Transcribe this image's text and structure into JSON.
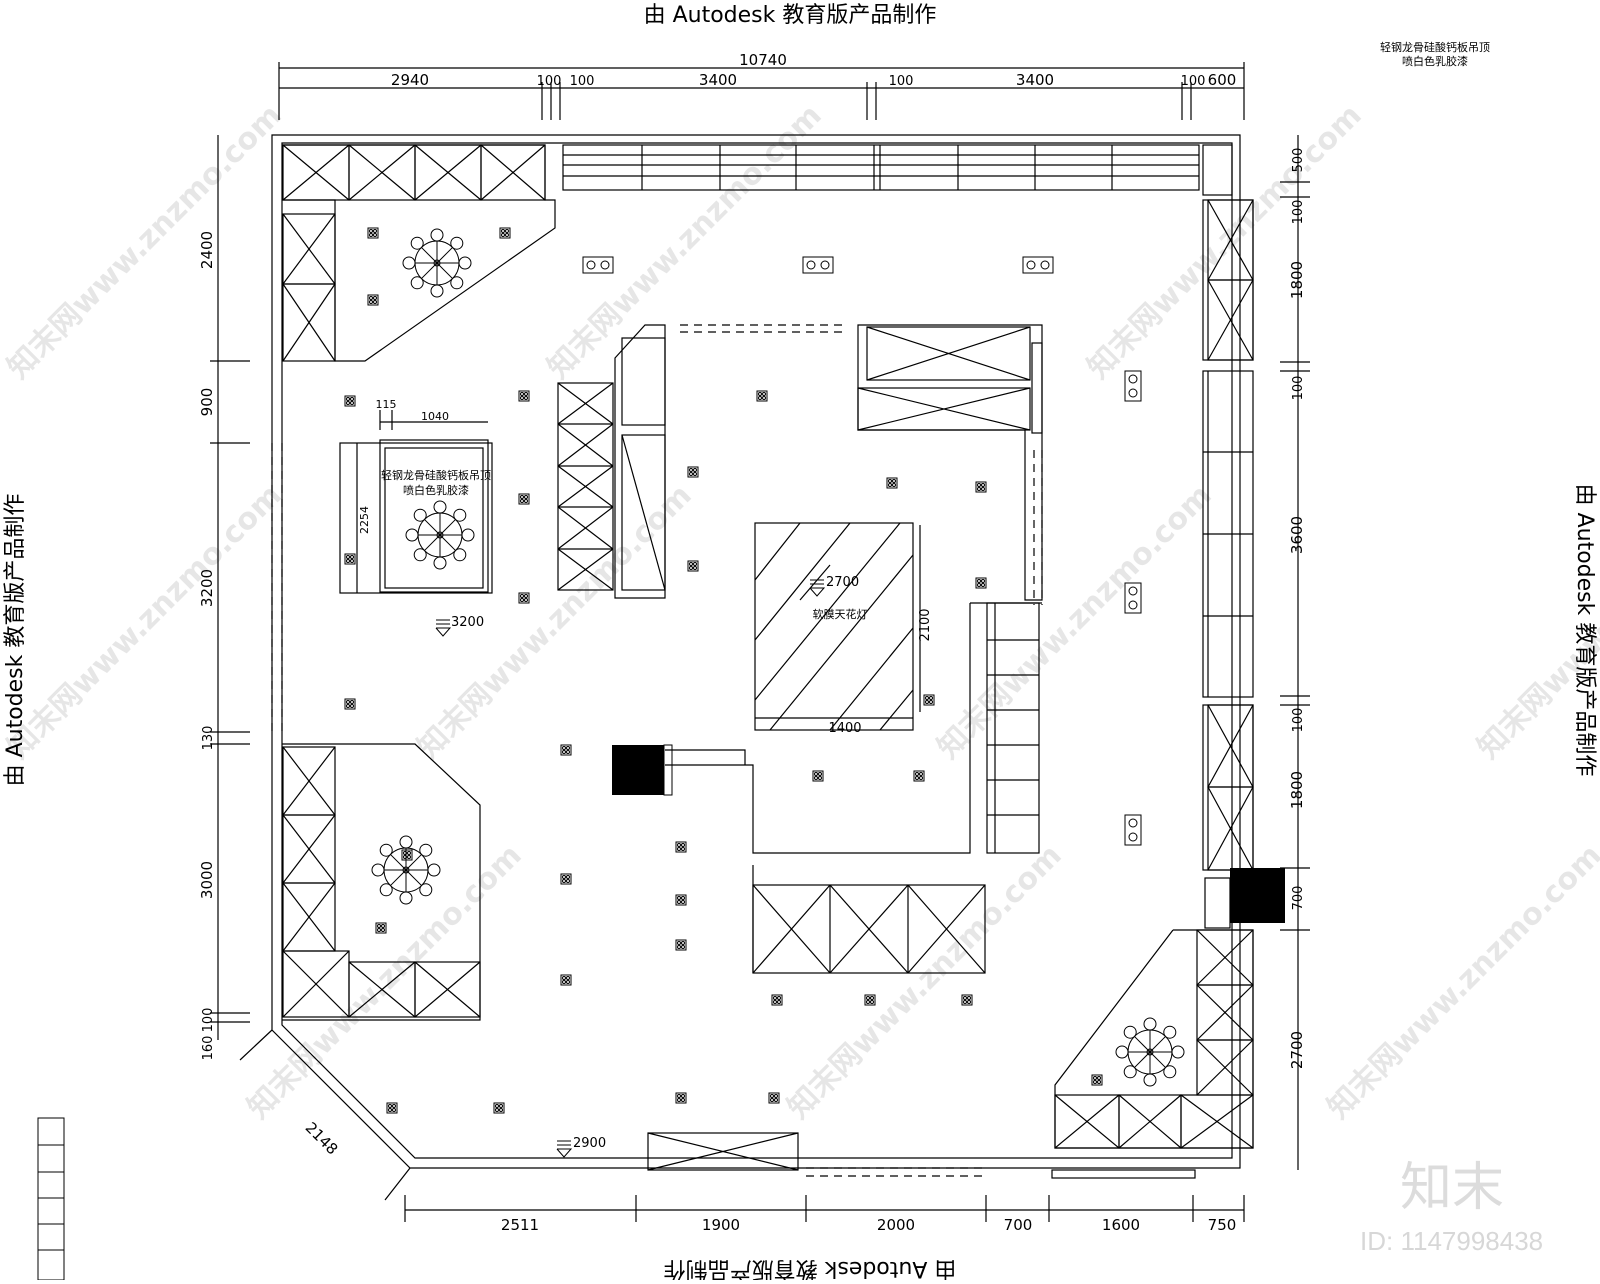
{
  "banners": {
    "top": "由 Autodesk 教育版产品制作",
    "bottom": "由 Autodesk 教育版产品制作",
    "left": "由 Autodesk 教育版产品制作",
    "right": "由 Autodesk 教育版产品制作"
  },
  "top_right_note": [
    "轻钢龙骨硅酸钙板吊顶",
    "喷白色乳胶漆"
  ],
  "dims_top": {
    "total": "10740",
    "segments": [
      "2940",
      "100",
      "100",
      "3400",
      "100",
      "3400",
      "100",
      "600"
    ]
  },
  "dims_bottom": [
    "2511",
    "1900",
    "2000",
    "700",
    "1600",
    "750"
  ],
  "dims_left": [
    "2400",
    "900",
    "3200",
    "130",
    "3000",
    "100",
    "160"
  ],
  "dims_right": [
    "500",
    "100",
    "1800",
    "100",
    "3600",
    "100",
    "1800",
    "700",
    "2700"
  ],
  "dim_diagonal": "2148",
  "inner_dims": {
    "room_a_width": "1040",
    "room_a_offset": "115",
    "room_a_height": "2254",
    "island_width": "1400",
    "island_height": "2100"
  },
  "ceiling_note": [
    "轻钢龙骨硅酸钙板吊顶",
    "喷白色乳胶漆"
  ],
  "elevation_marks": [
    "3200",
    "2700",
    "2900"
  ],
  "island_label": "软膜天花灯",
  "watermark": "知末网www.znzmo.com",
  "logo_text": "知末",
  "id_text": "ID: 1147998438",
  "colors": {
    "line": "#000000",
    "watermark": "#e6e6e6",
    "background": "#ffffff"
  }
}
